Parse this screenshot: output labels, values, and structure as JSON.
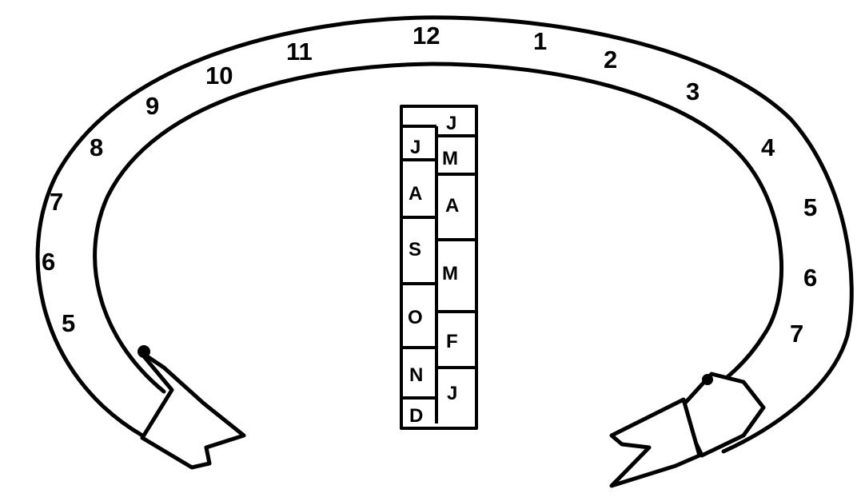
{
  "ribbon": {
    "top_hours": [
      "12",
      "1",
      "2",
      "3",
      "4",
      "5",
      "6",
      "7"
    ],
    "left_hours": [
      "11",
      "10",
      "9",
      "8",
      "7",
      "6",
      "5"
    ]
  },
  "calendar": {
    "left_months": [
      "J",
      "A",
      "S",
      "O",
      "N",
      "D"
    ],
    "right_months": [
      "J",
      "M",
      "A",
      "M",
      "F",
      "J"
    ]
  },
  "colors": {
    "ink": "#000000",
    "paper": "#ffffff"
  }
}
